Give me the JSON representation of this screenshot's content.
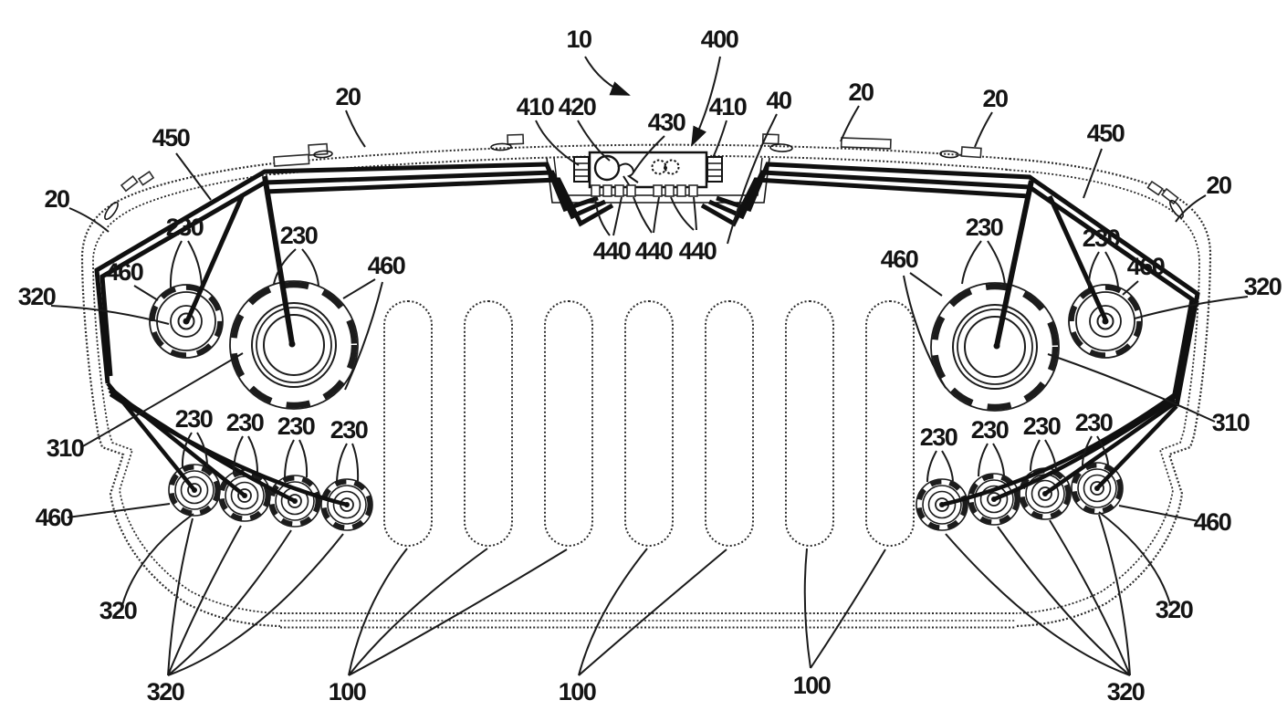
{
  "figure": {
    "kind": "patent-line-drawing",
    "subject": "vehicle front grille assembly with wired lamp units and control module",
    "background_color": "#ffffff",
    "ink_color": "#141414",
    "reference_numerals_shown": [
      "10",
      "20",
      "40",
      "100",
      "230",
      "310",
      "320",
      "400",
      "410",
      "420",
      "430",
      "440",
      "450",
      "460"
    ]
  },
  "labels": [
    {
      "text": "10"
    },
    {
      "text": "400"
    },
    {
      "text": "410"
    },
    {
      "text": "420"
    },
    {
      "text": "430"
    },
    {
      "text": "410"
    },
    {
      "text": "40"
    },
    {
      "text": "20"
    },
    {
      "text": "20"
    },
    {
      "text": "20"
    },
    {
      "text": "450"
    },
    {
      "text": "450"
    },
    {
      "text": "20"
    },
    {
      "text": "20"
    },
    {
      "text": "230"
    },
    {
      "text": "230"
    },
    {
      "text": "460"
    },
    {
      "text": "460"
    },
    {
      "text": "320"
    },
    {
      "text": "460"
    },
    {
      "text": "230"
    },
    {
      "text": "230"
    },
    {
      "text": "460"
    },
    {
      "text": "320"
    },
    {
      "text": "310"
    },
    {
      "text": "230"
    },
    {
      "text": "230"
    },
    {
      "text": "230"
    },
    {
      "text": "230"
    },
    {
      "text": "230"
    },
    {
      "text": "230"
    },
    {
      "text": "230"
    },
    {
      "text": "230"
    },
    {
      "text": "310"
    },
    {
      "text": "460"
    },
    {
      "text": "460"
    },
    {
      "text": "320"
    },
    {
      "text": "320"
    },
    {
      "text": "320"
    },
    {
      "text": "100"
    },
    {
      "text": "100"
    },
    {
      "text": "100"
    },
    {
      "text": "320"
    },
    {
      "text": "440"
    },
    {
      "text": "440"
    },
    {
      "text": "440"
    }
  ]
}
